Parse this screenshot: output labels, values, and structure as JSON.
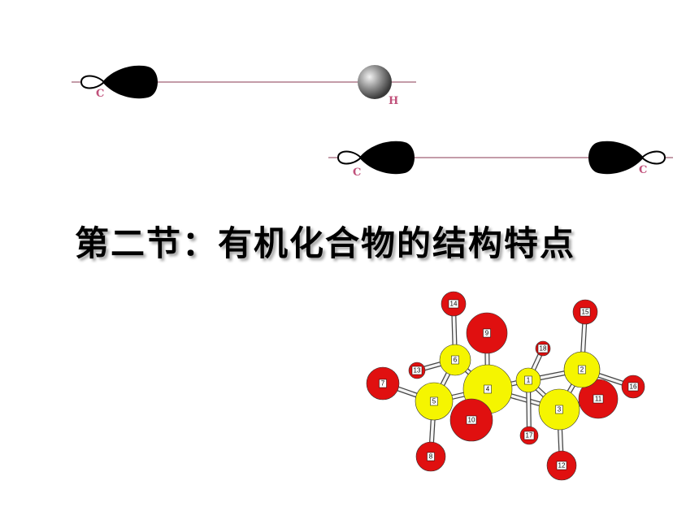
{
  "title": "第二节：有机化合物的结构特点",
  "bond_ch": {
    "left_atom": "C",
    "right_atom": "H"
  },
  "bond_cc": {
    "left_atom": "C",
    "right_atom": "C"
  },
  "molecule": {
    "atoms": [
      {
        "n": "1",
        "type": "carbon"
      },
      {
        "n": "2",
        "type": "carbon"
      },
      {
        "n": "3",
        "type": "carbon"
      },
      {
        "n": "4",
        "type": "carbon"
      },
      {
        "n": "5",
        "type": "carbon"
      },
      {
        "n": "6",
        "type": "carbon"
      },
      {
        "n": "7",
        "type": "hydrogen"
      },
      {
        "n": "8",
        "type": "hydrogen"
      },
      {
        "n": "9",
        "type": "hydrogen"
      },
      {
        "n": "10",
        "type": "hydrogen"
      },
      {
        "n": "11",
        "type": "hydrogen"
      },
      {
        "n": "12",
        "type": "hydrogen"
      },
      {
        "n": "13",
        "type": "hydrogen"
      },
      {
        "n": "14",
        "type": "hydrogen"
      },
      {
        "n": "15",
        "type": "hydrogen"
      },
      {
        "n": "16",
        "type": "hydrogen"
      },
      {
        "n": "17",
        "type": "hydrogen"
      },
      {
        "n": "18",
        "type": "hydrogen"
      }
    ],
    "colors": {
      "carbon": "#f5f500",
      "hydrogen": "#e01010"
    }
  }
}
